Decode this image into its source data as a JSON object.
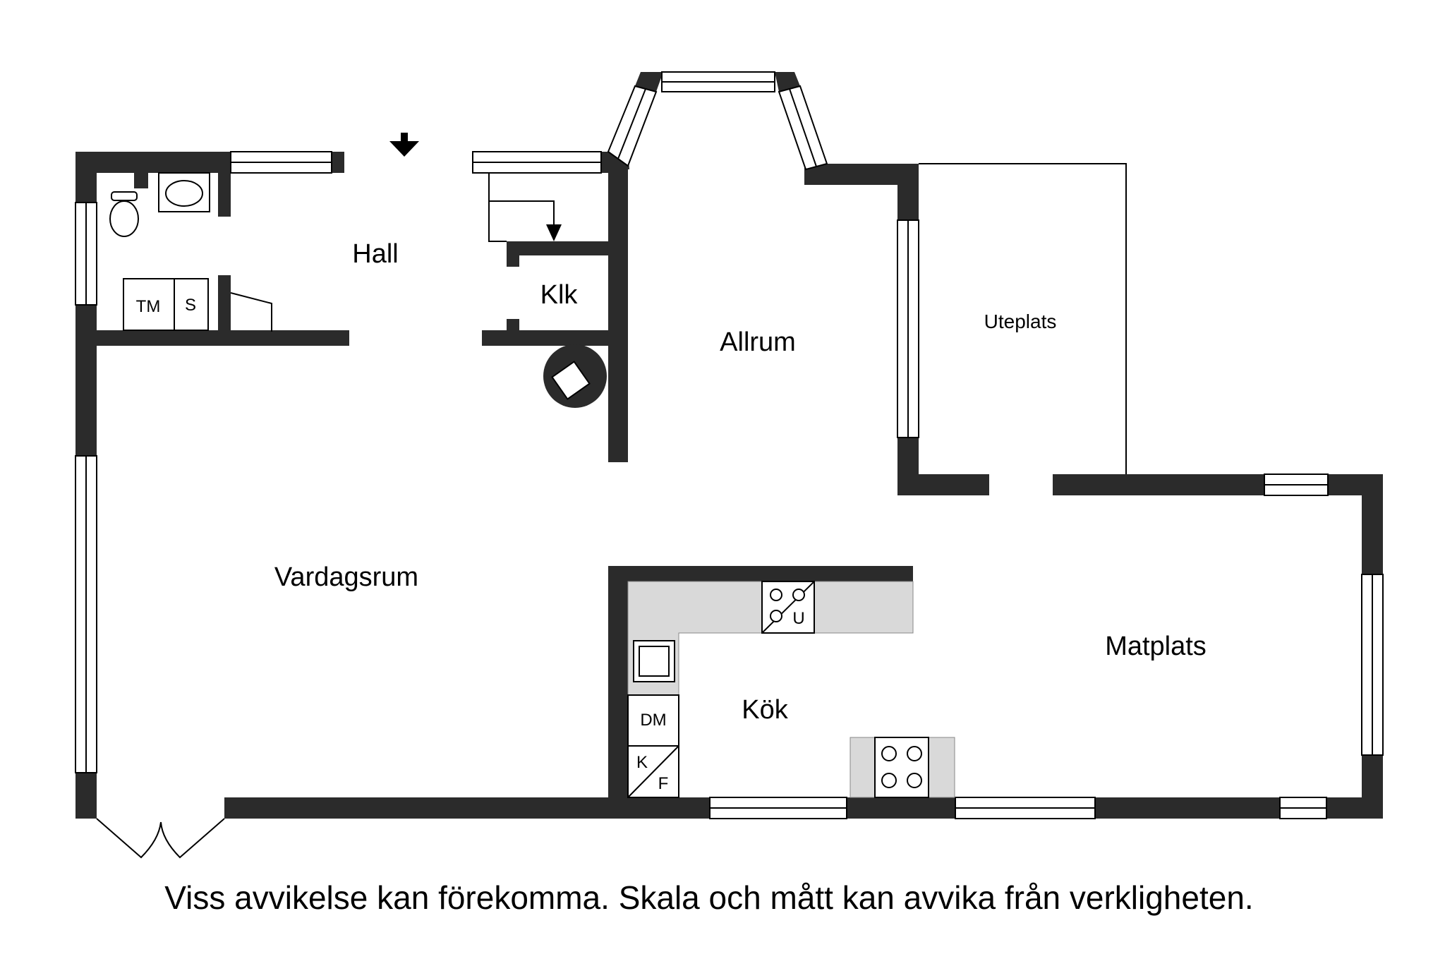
{
  "rooms": {
    "hall": "Hall",
    "klk": "Klk",
    "allrum": "Allrum",
    "uteplats": "Uteplats",
    "vardagsrum": "Vardagsrum",
    "kok": "Kök",
    "matplats": "Matplats"
  },
  "appliances": {
    "tm": "TM",
    "s": "S",
    "u": "U",
    "dm": "DM",
    "k": "K",
    "f": "F"
  },
  "colors": {
    "wall": "#2b2b2b",
    "counter": "#d9d9d9",
    "line": "#000000"
  },
  "footer": {
    "disclaimer": "Viss avvikelse kan förekomma. Skala och mått kan avvika från verkligheten."
  }
}
